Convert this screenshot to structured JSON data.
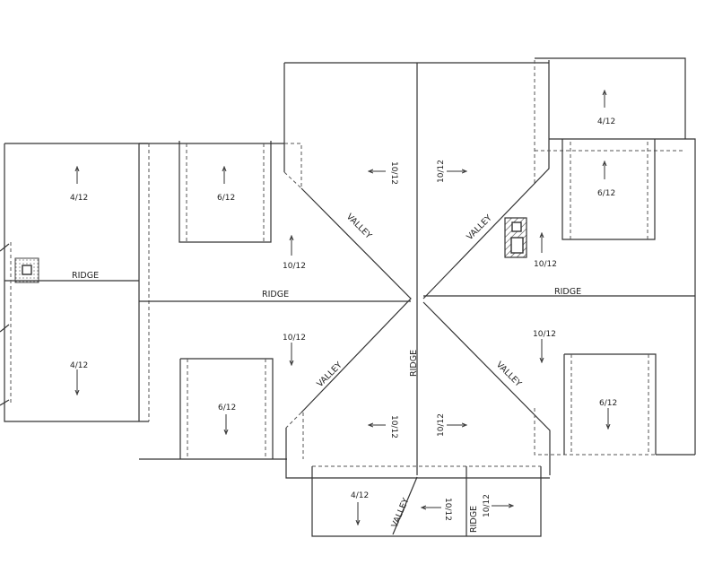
{
  "drawing": {
    "labels": {
      "ridge": "RIDGE",
      "valley": "VALLEY"
    },
    "pitches": {
      "left_top": "4/12",
      "left_bottom": "4/12",
      "dormer_left_top": "6/12",
      "dormer_left_bottom": "6/12",
      "wing_left_upper": "10/12",
      "wing_left_lower": "10/12",
      "center_upper_left": "10/12",
      "center_upper_right": "10/12",
      "center_lower_left": "10/12",
      "center_lower_right": "10/12",
      "right_top": "4/12",
      "dormer_right_top": "6/12",
      "dormer_right_bottom": "6/12",
      "wing_right_upper": "10/12",
      "wing_right_lower": "10/12",
      "bottom_left": "4/12",
      "bottom_mid": "10/12",
      "bottom_right": "10/12"
    }
  }
}
